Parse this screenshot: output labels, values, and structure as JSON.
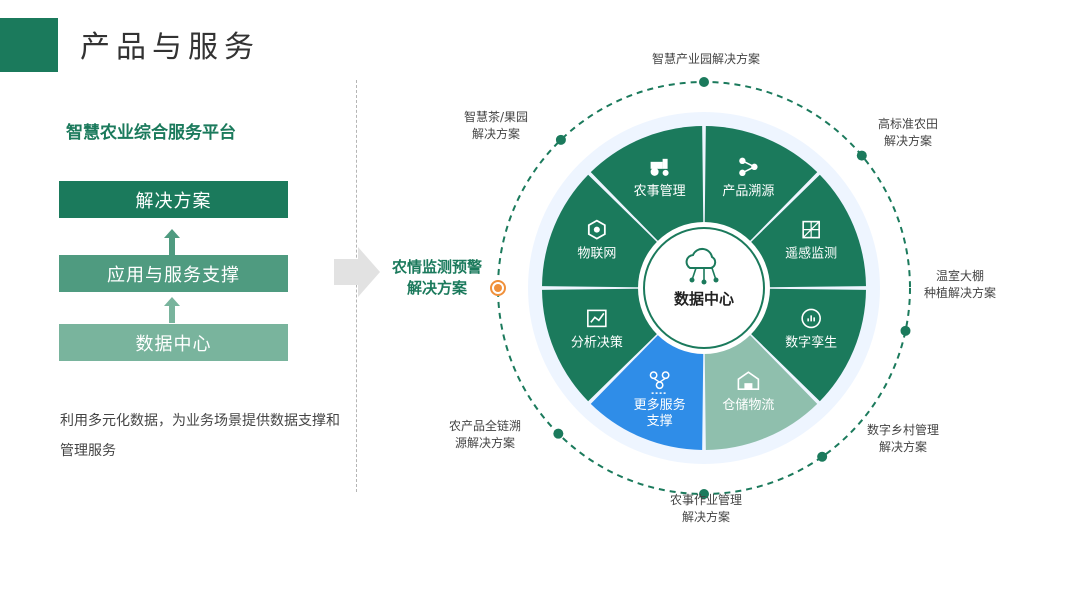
{
  "header": {
    "title": "产品与服务"
  },
  "left": {
    "platform_title": "智慧农业综合服务平台",
    "stack": [
      "解决方案",
      "应用与服务支撑",
      "数据中心"
    ],
    "description": "利用多元化数据，为业务场景提供数据支撑和管理服务"
  },
  "center_label": "农情监测预警\n解决方案",
  "hub": "数据中心",
  "sectors": [
    {
      "label": "产品溯源",
      "icon": "share-network-icon",
      "color": "#1b7a5c"
    },
    {
      "label": "遥感监测",
      "icon": "satellite-map-icon",
      "color": "#1b7a5c"
    },
    {
      "label": "数字孪生",
      "icon": "chart-badge-icon",
      "color": "#1b7a5c"
    },
    {
      "label": "仓储物流",
      "icon": "warehouse-icon",
      "color": "#8fbfad"
    },
    {
      "label": "更多服务\n支撑",
      "icon": "flowchart-icon",
      "color": "#2f8de8"
    },
    {
      "label": "分析决策",
      "icon": "trend-chart-icon",
      "color": "#1b7a5c"
    },
    {
      "label": "物联网",
      "icon": "iot-hexagon-icon",
      "color": "#1b7a5c"
    },
    {
      "label": "农事管理",
      "icon": "tractor-icon",
      "color": "#1b7a5c"
    }
  ],
  "outer_solutions": [
    {
      "lines": [
        "智慧产业园解决方案"
      ]
    },
    {
      "lines": [
        "高标准农田",
        "解决方案"
      ]
    },
    {
      "lines": [
        "温室大棚",
        "种植解决方案"
      ]
    },
    {
      "lines": [
        "数字乡村管理",
        "解决方案"
      ]
    },
    {
      "lines": [
        "农事作业管理",
        "解决方案"
      ]
    },
    {
      "lines": [
        "农产品全链溯",
        "源解决方案"
      ]
    },
    {
      "lines": [
        "智慧茶/果园",
        "解决方案"
      ]
    }
  ]
}
